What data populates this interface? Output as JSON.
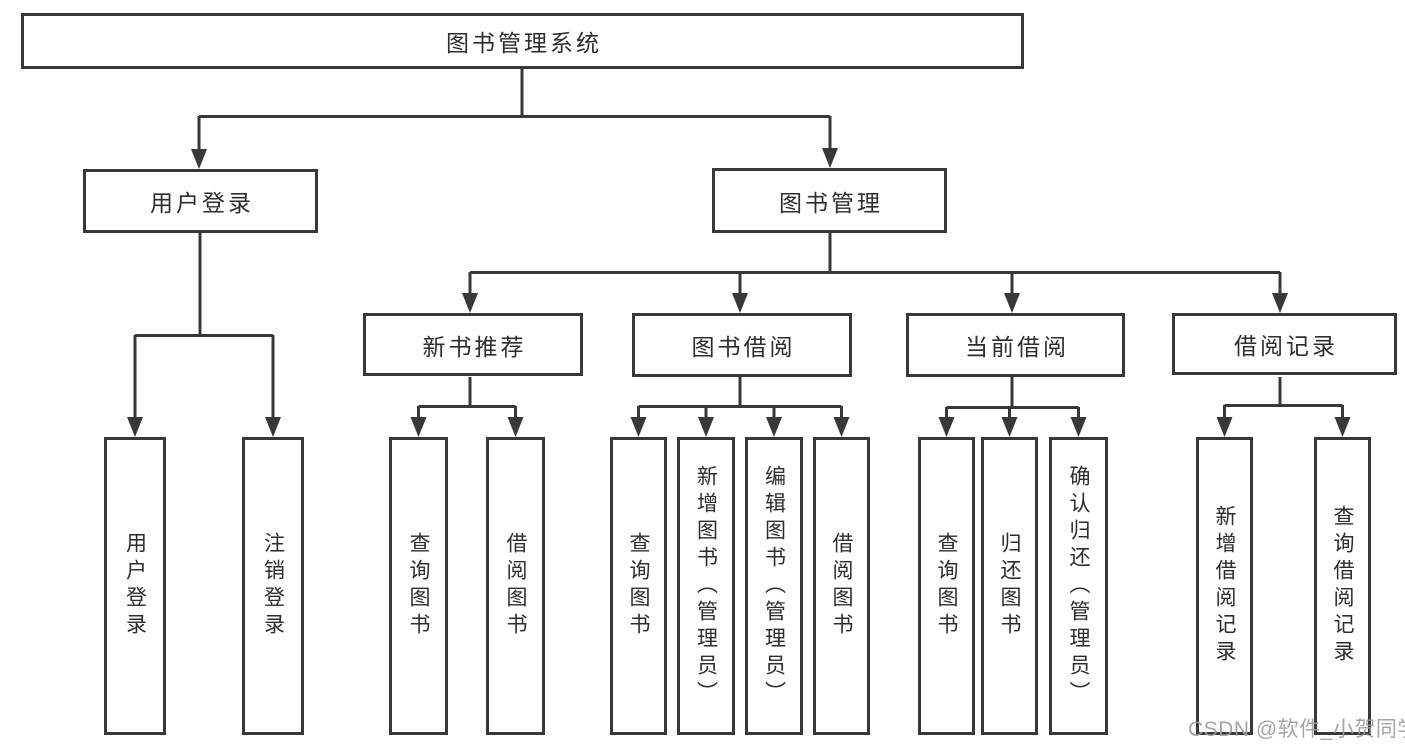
{
  "tree": {
    "label": "图书管理系统",
    "children": [
      {
        "label": "用户登录",
        "children": [
          {
            "label": "用户登录"
          },
          {
            "label": "注销登录"
          }
        ]
      },
      {
        "label": "图书管理",
        "children": [
          {
            "label": "新书推荐",
            "children": [
              {
                "label": "查询图书"
              },
              {
                "label": "借阅图书"
              }
            ]
          },
          {
            "label": "图书借阅",
            "children": [
              {
                "label": "查询图书"
              },
              {
                "label": "新增图书（管理员）"
              },
              {
                "label": "编辑图书（管理员）"
              },
              {
                "label": "借阅图书"
              }
            ]
          },
          {
            "label": "当前借阅",
            "children": [
              {
                "label": "查询图书"
              },
              {
                "label": "归还图书"
              },
              {
                "label": "确认归还（管理员）"
              }
            ]
          },
          {
            "label": "借阅记录",
            "children": [
              {
                "label": "新增借阅记录"
              },
              {
                "label": "查询借阅记录"
              }
            ]
          }
        ]
      }
    ]
  },
  "watermark": {
    "text": "CSDN @软件_小贺同学"
  },
  "colors": {
    "line": "#383838",
    "text": "#2d2d2d",
    "watermark": "#9e9e9e",
    "background": "#ffffff"
  }
}
